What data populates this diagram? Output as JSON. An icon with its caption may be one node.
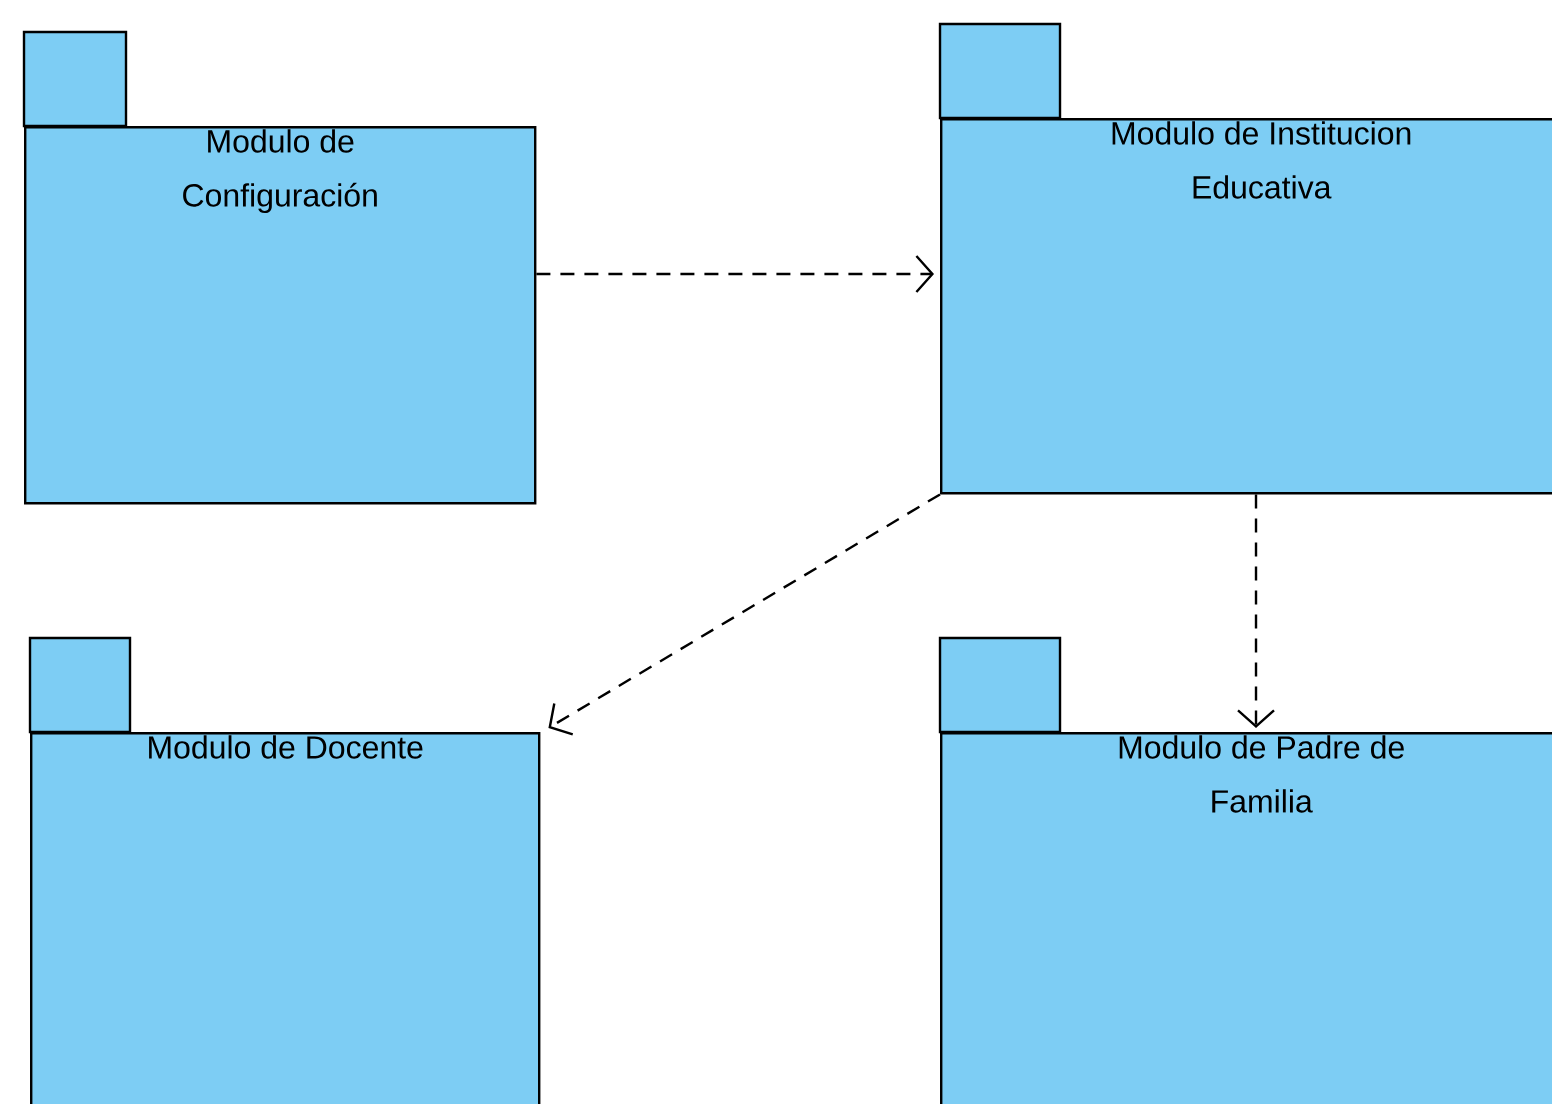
{
  "diagram": {
    "nodes": [
      {
        "text": [
          "Modulo de Configuración"
        ]
      },
      {
        "text": [
          "Modulo de Institucion Educativa"
        ]
      },
      {
        "text": [
          "Modulo de Docente"
        ]
      },
      {
        "text": [
          "Modulo de Padre de Familia"
        ]
      }
    ],
    "edges": [
      {
        "from": 0,
        "to": 1,
        "arrow": "to",
        "style": "dashed"
      },
      {
        "from": 1,
        "to": 2,
        "arrow": "to",
        "style": "dashed"
      },
      {
        "from": 1,
        "to": 3,
        "arrow": "to",
        "style": "dashed"
      }
    ]
  }
}
